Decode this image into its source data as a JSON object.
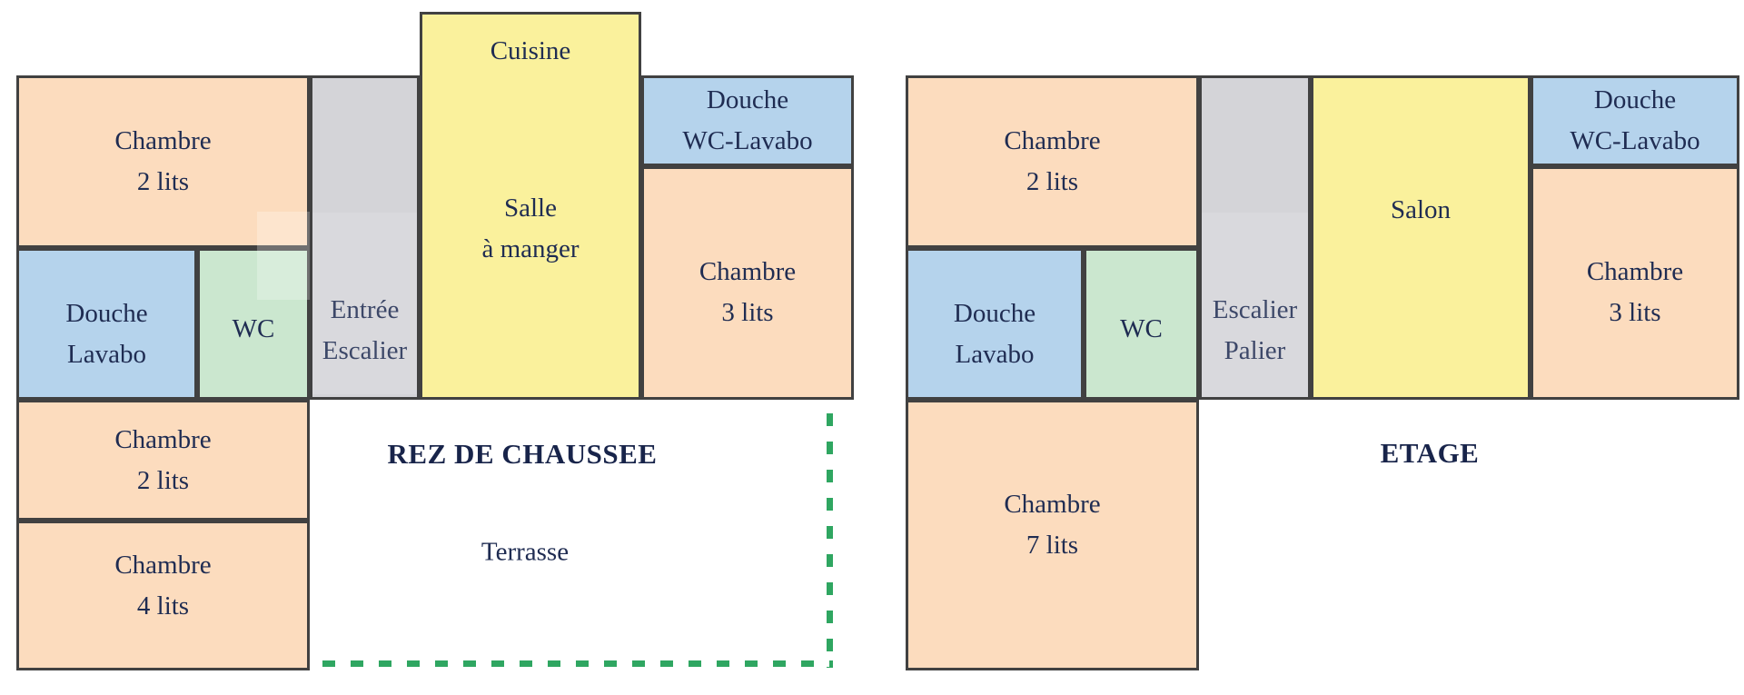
{
  "palette": {
    "bedroom_fill": "#fcdcbe",
    "bath_fill": "#b5d3ec",
    "wc_fill": "#cbe7cf",
    "hall_fill": "#d4d4d8",
    "living_fill": "#faf19c",
    "wall_color": "#414141",
    "label_color": "#1f2c52",
    "title_color": "#18244a",
    "terrace_dash_color": "#2fa661",
    "background": "#ffffff"
  },
  "ground_floor": {
    "title": "REZ DE CHAUSSEE",
    "rooms": {
      "kitchen": {
        "label": "Cuisine"
      },
      "dining": {
        "lines": [
          "Salle",
          "à manger"
        ]
      },
      "bedroom_2_upper": {
        "lines": [
          "Chambre",
          "2 lits"
        ]
      },
      "entry_stairs": {
        "lines": [
          "Entrée",
          "Escalier"
        ]
      },
      "shower_wc_lavabo": {
        "lines": [
          "Douche",
          "WC-Lavabo"
        ]
      },
      "bedroom_3": {
        "lines": [
          "Chambre",
          "3 lits"
        ]
      },
      "shower_lavabo": {
        "lines": [
          "Douche",
          "Lavabo"
        ]
      },
      "wc": {
        "label": "WC"
      },
      "bedroom_2_lower": {
        "lines": [
          "Chambre",
          "2 lits"
        ]
      },
      "bedroom_4": {
        "lines": [
          "Chambre",
          "4 lits"
        ]
      },
      "terrace": {
        "label": "Terrasse"
      }
    }
  },
  "upper_floor": {
    "title": "ETAGE",
    "rooms": {
      "bedroom_2": {
        "lines": [
          "Chambre",
          "2 lits"
        ]
      },
      "shower_lavabo": {
        "lines": [
          "Douche",
          "Lavabo"
        ]
      },
      "wc": {
        "label": "WC"
      },
      "stairs_landing": {
        "lines": [
          "Escalier",
          "Palier"
        ]
      },
      "living": {
        "label": "Salon"
      },
      "shower_wc_lavabo": {
        "lines": [
          "Douche",
          "WC-Lavabo"
        ]
      },
      "bedroom_3": {
        "lines": [
          "Chambre",
          "3 lits"
        ]
      },
      "bedroom_7": {
        "lines": [
          "Chambre",
          "7 lits"
        ]
      }
    }
  }
}
